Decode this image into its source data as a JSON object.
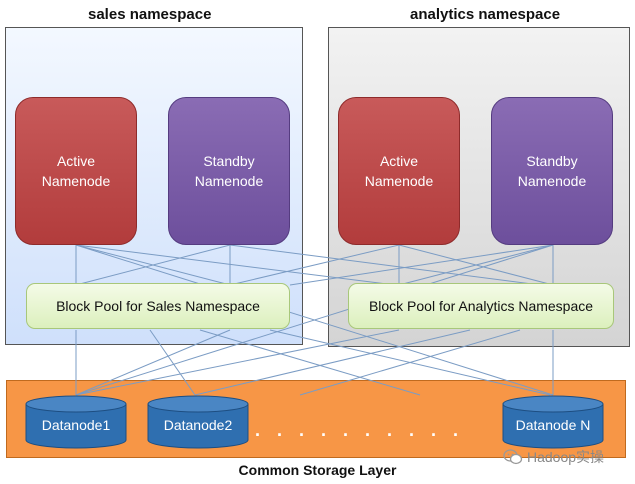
{
  "namespaces": {
    "sales": {
      "title": "sales namespace",
      "active_label": "Active\nNamenode",
      "standby_label": "Standby\nNamenode",
      "pool_label": "Block Pool for Sales Namespace"
    },
    "analytics": {
      "title": "analytics namespace",
      "active_label": "Active\nNamenode",
      "standby_label": "Standby\nNamenode",
      "pool_label": "Block Pool for Analytics Namespace"
    }
  },
  "storage": {
    "label": "Common Storage Layer",
    "datanodes": [
      "Datanode1",
      "Datanode2",
      "Datanode N"
    ],
    "ellipsis": ". . . . . . . . . ."
  },
  "watermark": {
    "text": "Hadoop实操",
    "icon": "wechat-icon"
  },
  "colors": {
    "active": "#b23c3c",
    "standby": "#6d4f9c",
    "pool": "#dcf0bd",
    "storage": "#f79646",
    "datanode": "#2f6fb0",
    "connector": "#7b9cc4"
  }
}
